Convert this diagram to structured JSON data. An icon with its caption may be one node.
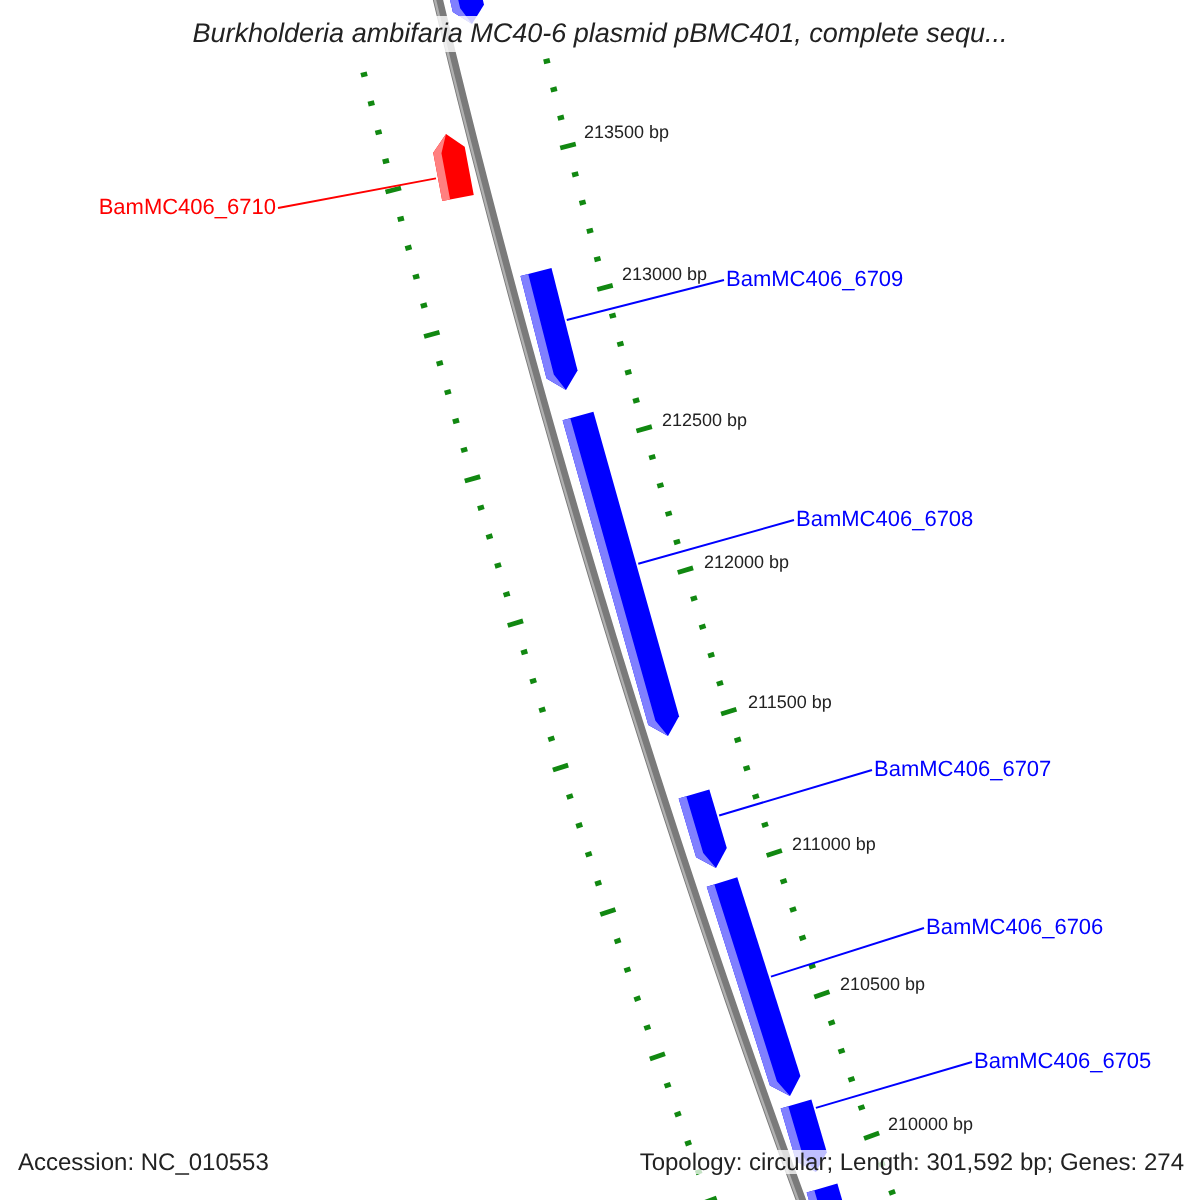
{
  "diagram": {
    "title": "Burkholderia ambifaria MC40-6 plasmid pBMC401, complete sequ...",
    "nodes": [
      {
        "text": [],
        "shape": "bar"
      },
      {
        "text": [
          "BamMC406_6710"
        ]
      },
      {
        "text": [],
        "shape": "bar"
      },
      {
        "text": [
          "BamMC406_6709"
        ]
      },
      {
        "text": [],
        "shape": "bar"
      },
      {
        "text": [
          "BamMC406_6708"
        ]
      },
      {
        "text": [],
        "shape": "bar"
      },
      {
        "text": [
          "BamMC406_6707"
        ]
      },
      {
        "text": [],
        "shape": "bar"
      },
      {
        "text": [
          "BamMC406_6706"
        ]
      },
      {
        "text": [],
        "shape": "bar"
      },
      {
        "text": [
          "BamMC406_6705"
        ]
      },
      {
        "text": [],
        "shape": "bar"
      },
      {
        "text": [],
        "shape": "bar"
      }
    ],
    "edges": [
      {
        "from": 1,
        "to": 2,
        "arrow": "none",
        "color": "#ff0000"
      },
      {
        "from": 3,
        "to": 4,
        "arrow": "none"
      },
      {
        "from": 5,
        "to": 6,
        "arrow": "none"
      },
      {
        "from": 7,
        "to": 8,
        "arrow": "none"
      },
      {
        "from": 9,
        "to": 10,
        "arrow": "none"
      },
      {
        "from": 11,
        "to": 12,
        "arrow": "none"
      }
    ],
    "labels": [
      "213500 bp",
      "213000 bp",
      "212500 bp",
      "212000 bp",
      "211500 bp",
      "211000 bp",
      "210500 bp",
      "210000 bp",
      "Accession: NC_010553",
      "Topology: circular; Length: 301,592 bp; Genes: 274"
    ]
  }
}
